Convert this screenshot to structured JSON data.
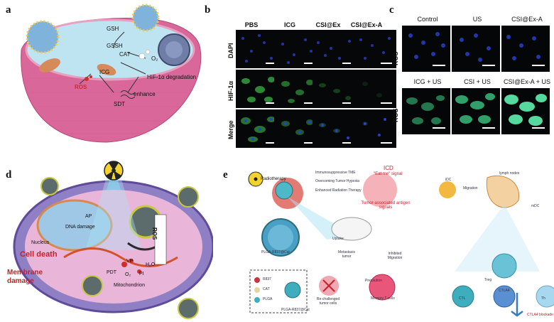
{
  "panels": {
    "a": {
      "letter": "a",
      "labels": {
        "gsh": "GSH",
        "gssh": "GSSH",
        "cat": "CAT",
        "o2": "O₂",
        "icg": "ICG",
        "hif": "HIF-1α degradation",
        "ros": "ROS",
        "enhance": "enhance",
        "sdt": "SDT"
      }
    },
    "b": {
      "letter": "b",
      "columns": [
        "PBS",
        "ICG",
        "CSI@Ex",
        "CSI@Ex-A"
      ],
      "rows": [
        "DAPI",
        "HIF-1α",
        "Merge"
      ]
    },
    "c": {
      "letter": "c",
      "top_columns": [
        "Control",
        "US",
        "CSI@Ex-A"
      ],
      "bottom_columns": [
        "ICG + US",
        "CSI + US",
        "CSI@Ex-A + US"
      ],
      "row_label_top": "ROS",
      "row_label_bottom": "ROS"
    },
    "d": {
      "letter": "d",
      "labels": {
        "ap": "AP",
        "dna": "DNA damage",
        "nucleus": "Nucleus",
        "ros": "ROS",
        "celldeath": "Cell death",
        "membrane": "Membrane damage",
        "vp": "VP",
        "pdt": "PDT",
        "h2o": "H₂O",
        "pi": "PI",
        "mito": "Mitochondrion",
        "o2": "O₂"
      }
    },
    "e": {
      "letter": "e",
      "labels": {
        "radiotherapy": "Radiotherapy",
        "immuno": "Immunosuppressive TME",
        "overcoming": "Overcoming Tumor Hypoxia",
        "enhanced": "Enhanced Radiation Therapy",
        "icd": "ICD",
        "eatme": "\"Eat me\" signal",
        "tumor_antigen": "Tumor-associated antigen signals",
        "idc": "iDC",
        "migration": "Migration",
        "lymph": "lymph nodes",
        "mdc": "mDC",
        "plga_label": "PLGA-R837@Cat",
        "uptake": "Uptake",
        "metastasis": "Metastasis tumor",
        "inhibited": "Inhibited Migration",
        "ctl": "CTL",
        "treg": "Treg",
        "ctla4": "CTLA4",
        "th": "Th",
        "ctla4_blockade": "CTLA4 blockade",
        "legend_r837": "R837",
        "legend_cat": "CAT",
        "legend_plga": "PLGA",
        "legend_combo": "PLGA-R837@Cat",
        "prevention": "Precaution",
        "rechallenged": "Re-challenged tumor cells",
        "memory": "Memory T cells"
      }
    }
  },
  "colors": {
    "membrane_pink": "#d9679a",
    "cytoplasm": "#b8e0ee",
    "ros_red": "#d42b2b",
    "dapi_blue": "#2a3fc8",
    "hif_green": "#3bbf4a",
    "ros_green": "#3fd28a",
    "celldeath_red": "#c8202a"
  }
}
